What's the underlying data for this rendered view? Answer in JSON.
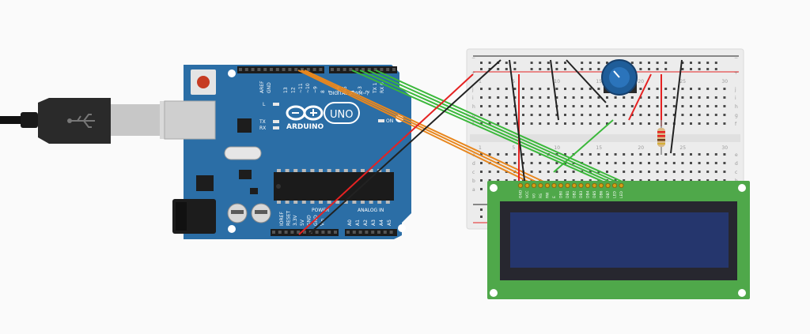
{
  "board": {
    "brand": "ARDUINO",
    "model": "UNO",
    "digital_header": "DIGITAL (PWM~)",
    "power_header": "POWER",
    "analog_header": "ANALOG IN",
    "led_l": "L",
    "led_tx": "TX",
    "led_rx": "RX",
    "on_label": "ON",
    "aref": "AREF",
    "gnd": "GND",
    "digital_pins": [
      "13",
      "12",
      "~11",
      "~10",
      "~9",
      "8",
      "7",
      "~6",
      "~5",
      "4",
      "~3",
      "2",
      "TX 1",
      "RX 0"
    ],
    "power_pins": [
      "IOREF",
      "RESET",
      "3.3V",
      "5V",
      "GND",
      "GND",
      "Vin"
    ],
    "analog_pins": [
      "A0",
      "A1",
      "A2",
      "A3",
      "A4",
      "A5"
    ]
  },
  "usb": {
    "icon": "usb-icon"
  },
  "breadboard": {
    "row_letters_top": [
      "j",
      "i",
      "h",
      "g",
      "f"
    ],
    "row_letters_bottom": [
      "e",
      "d",
      "c",
      "b",
      "a"
    ],
    "column_numbers": [
      "1",
      "5",
      "10",
      "15",
      "20",
      "25",
      "30"
    ],
    "rail_plus": "+",
    "rail_minus": "−"
  },
  "lcd": {
    "pins": [
      "GND",
      "VCC",
      "V0",
      "RS",
      "RW",
      "E",
      "DB0",
      "DB1",
      "DB2",
      "DB3",
      "DB4",
      "DB5",
      "DB6",
      "DB7",
      "LED",
      "LED"
    ]
  },
  "colors": {
    "board": "#2b6ea6",
    "lcd_pcb": "#4fa84a",
    "lcd_screen": "#25366d",
    "wire_orange": "#e8871e",
    "wire_green": "#3bb83b",
    "wire_red": "#e52222",
    "wire_black": "#222222",
    "pot": "#1f5d99"
  }
}
